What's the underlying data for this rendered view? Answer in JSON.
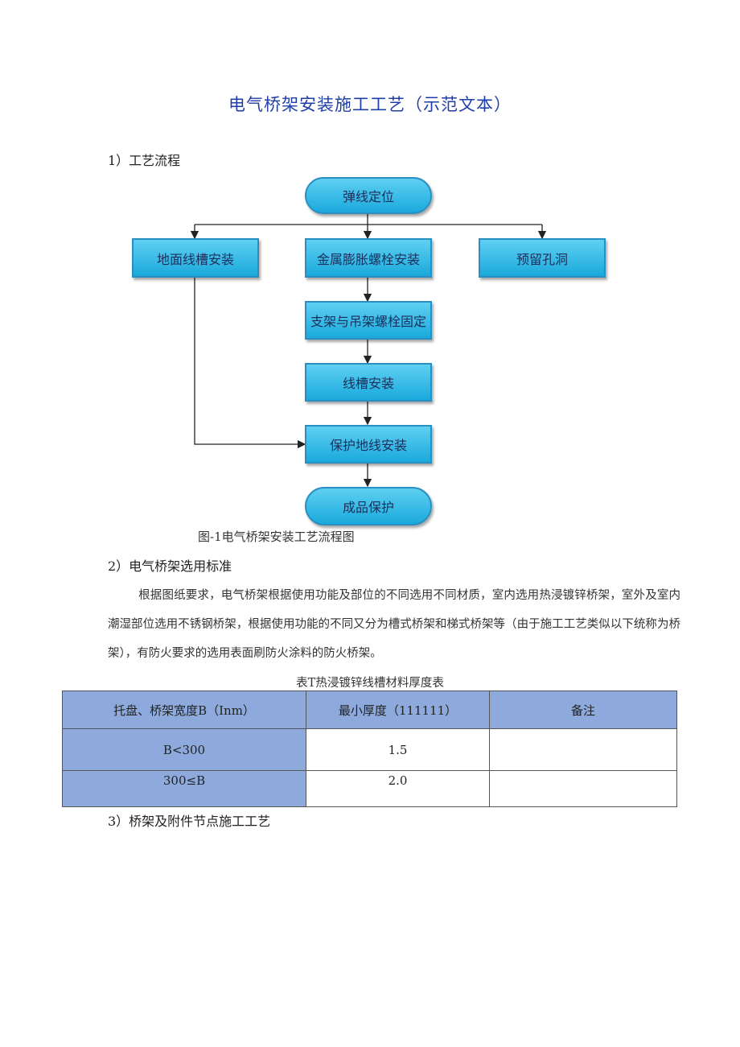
{
  "title": "电气桥架安装施工工艺（示范文本）",
  "section1": "1）工艺流程",
  "flow": {
    "start": "弹线定位",
    "left": "地面线槽安装",
    "middle": "金属膨胀螺栓安装",
    "right": "预留孔洞",
    "step2": "支架与吊架螺栓固定",
    "step3": "线槽安装",
    "step4": "保护地线安装",
    "end": "成品保护"
  },
  "figure_caption": "图-1电气桥架安装工艺流程图",
  "section2": "2）电气桥架选用标准",
  "paragraph": "根据图纸要求，电气桥架根据使用功能及部位的不同选用不同材质，室内选用热浸镀锌桥架，室外及室内潮湿部位选用不锈钢桥架，根据使用功能的不同又分为槽式桥架和梯式桥架等（由于施工工艺类似以下统称为桥架），有防火要求的选用表面刷防火涂料的防火桥架。",
  "table_caption": "表T热浸镀锌线槽材料厚度表",
  "table": {
    "headers": [
      "托盘、桥架宽度B（Inm）",
      "最小厚度（111111）",
      "备注"
    ],
    "rows": [
      [
        "B<300",
        "1.5",
        ""
      ],
      [
        "300≤B",
        "2.0",
        ""
      ]
    ]
  },
  "section3": "3）桥架及附件节点施工工艺"
}
